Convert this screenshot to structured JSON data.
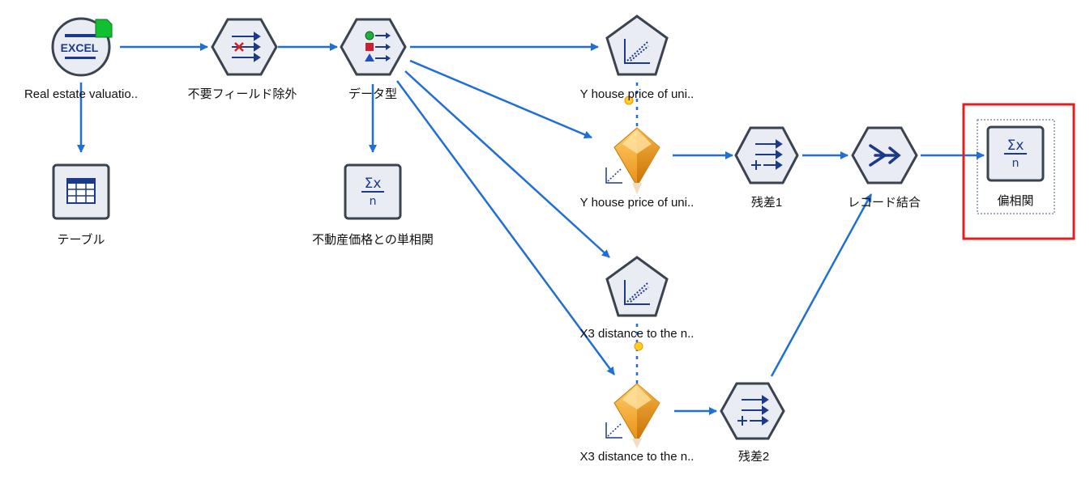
{
  "nodes": {
    "excel": {
      "label": "Real estate valuatio..",
      "icon": "excel-source-icon"
    },
    "filter": {
      "label": "不要フィールド除外",
      "icon": "filter-icon"
    },
    "type": {
      "label": "データ型",
      "icon": "type-icon"
    },
    "table": {
      "label": "テーブル",
      "icon": "table-icon"
    },
    "stats1": {
      "label": "不動産価格との単相関",
      "icon": "statistics-icon"
    },
    "regY_model": {
      "label": "Y house price of uni..",
      "icon": "regression-model-icon"
    },
    "regY_nugget": {
      "label": "Y house price of uni..",
      "icon": "model-nugget-icon"
    },
    "residual1": {
      "label": "残差1",
      "icon": "derive-icon"
    },
    "merge": {
      "label": "レコード結合",
      "icon": "merge-icon"
    },
    "stats2": {
      "label": "偏相関",
      "icon": "statistics-icon"
    },
    "regX3_model": {
      "label": "X3 distance to the n..",
      "icon": "regression-model-icon"
    },
    "regX3_nugget": {
      "label": "X3 distance to the n..",
      "icon": "model-nugget-icon"
    },
    "residual2": {
      "label": "残差2",
      "icon": "derive-icon"
    }
  },
  "icon_text": {
    "excel": "EXCEL",
    "sigma": "Σx",
    "n": "n"
  },
  "colors": {
    "connector": "#1f6fd6",
    "node_fill": "#e9ecf2",
    "node_stroke": "#3a4350",
    "icon_blue": "#1b3a8c",
    "highlight": "#e02020",
    "nugget": "#f0a020"
  }
}
